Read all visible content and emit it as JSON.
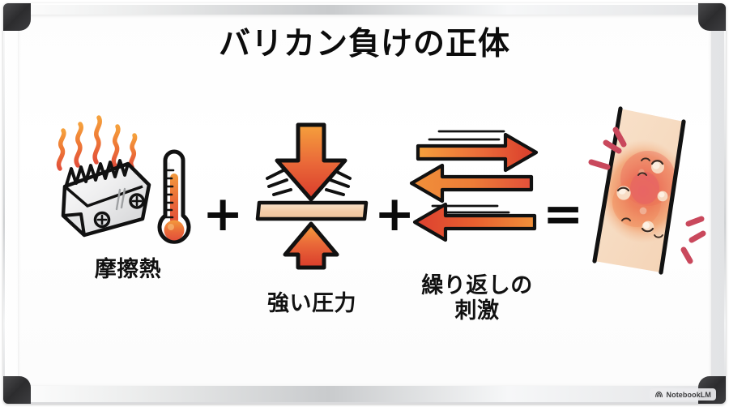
{
  "board": {
    "title": "バリカン負けの正体",
    "frame_color": "#d6d8da",
    "corner_color": "#2c2c2e",
    "surface_color": "#ffffff"
  },
  "equation": {
    "operators": {
      "plus_1": "+",
      "plus_2": "+",
      "equals": "="
    },
    "terms": [
      {
        "id": "friction-heat",
        "caption": "摩擦熱",
        "icons": [
          "clipper-blade-icon",
          "heat-wave-icon",
          "thermometer-icon"
        ],
        "accent": "#e8562f"
      },
      {
        "id": "strong-pressure",
        "caption": "強い圧力",
        "icons": [
          "down-arrow-icon",
          "up-arrow-icon",
          "skin-layer-icon",
          "impact-lines-icon"
        ],
        "accent": "#e4502f"
      },
      {
        "id": "repeated-stimulation",
        "caption": "繰り返しの\n刺激",
        "icons": [
          "right-arrow-icon",
          "left-arrow-icon",
          "left-arrow-icon",
          "speed-lines-icon"
        ],
        "accent": "#ef7b36"
      },
      {
        "id": "irritated-skin",
        "caption": "",
        "icons": [
          "irritated-skin-icon",
          "pain-burst-icon"
        ],
        "accent": "#e2604f"
      }
    ]
  },
  "watermark": {
    "label": "NotebookLM",
    "icon": "notebooklm-icon"
  },
  "palette": {
    "orange_light": "#f5a03c",
    "orange": "#ef7b36",
    "red_orange": "#e2503a",
    "red": "#d93b2b",
    "skin_light": "#f7dfc6",
    "skin_mid": "#f2c09a",
    "ink": "#111111",
    "pain_red": "#c9485c"
  }
}
